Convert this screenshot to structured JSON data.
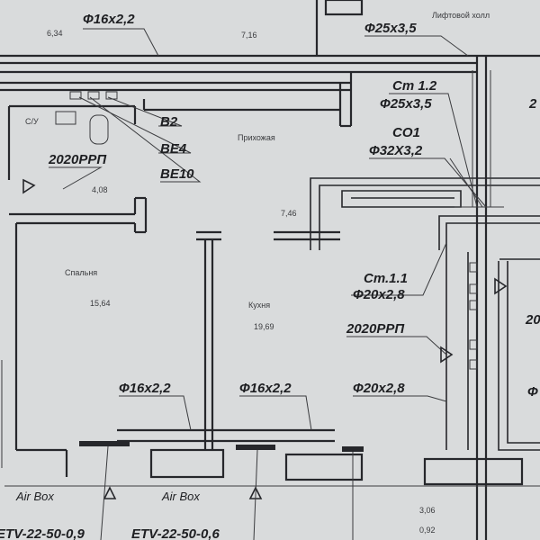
{
  "labels": {
    "pipe_top_left": "Ф16х2,2",
    "pipe_top_right": "Ф25х3,5",
    "elevator_hall": "Лифтовой холл",
    "area_top_left": "6,34",
    "area_top_mid": "7,16",
    "st12": "Ст 1.2",
    "st12_pipe": "Ф25х3,5",
    "co1": "СО1",
    "co1_pipe": "Ф32Х3,2",
    "bathroom": "С/У",
    "b2": "В2",
    "be4": "ВЕ4",
    "be10": "ВЕ10",
    "hallway": "Прихожая",
    "rad_left": "2020РРП",
    "area_bath": "4,08",
    "area_hall": "7,46",
    "bedroom": "Спальня",
    "area_bedroom": "15,64",
    "kitchen": "Кухня",
    "area_kitchen": "19,69",
    "st11": "Ст.1.1",
    "st11_pipe": "Ф20х2,8",
    "rad_right": "2020РРП",
    "pipe_right_low": "Ф20х2,8",
    "pipe_bottom_left": "Ф16х2,2",
    "pipe_bottom_mid": "Ф16х2,2",
    "airbox_left": "Air Box",
    "airbox_right": "Air Box",
    "etv_left": "ЕТV-22-50-0,9",
    "etv_right": "ЕТV-22-50-0,6",
    "area_br1": "3,06",
    "area_br2": "0,92",
    "edge_right_top": "2",
    "edge_right_mid": "20",
    "edge_right_low": "Ф"
  }
}
